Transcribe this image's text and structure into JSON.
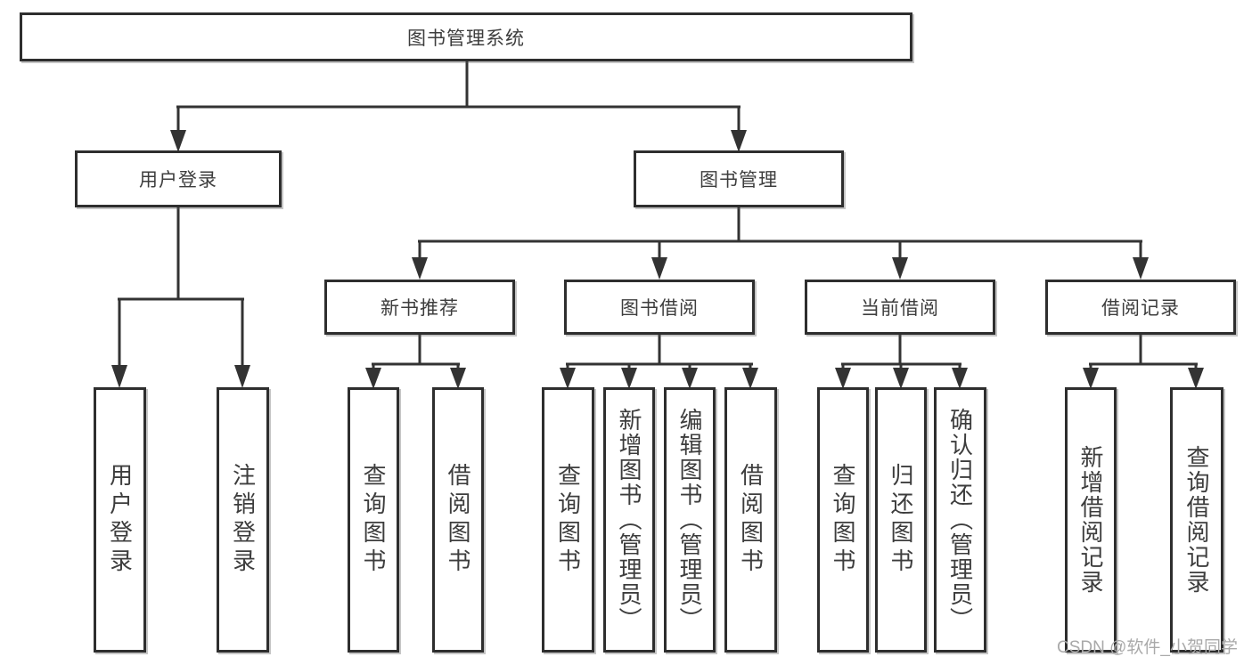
{
  "nodes": {
    "root": "图书管理系统",
    "user_login": "用户登录",
    "book_mgmt": "图书管理",
    "new_books": "新书推荐",
    "book_borrow": "图书借阅",
    "current_borrow": "当前借阅",
    "borrow_records": "借阅记录",
    "leaf_user_login": "用户登录",
    "leaf_logout": "注销登录",
    "leaf_newbook_query": "查询图书",
    "leaf_newbook_borrow": "借阅图书",
    "leaf_borrow_query": "查询图书",
    "leaf_borrow_add": "新增图书（管理员）",
    "leaf_borrow_edit": "编辑图书（管理员）",
    "leaf_borrow_borrow": "借阅图书",
    "leaf_current_query": "查询图书",
    "leaf_current_return": "归还图书",
    "leaf_current_confirm": "确认归还（管理员）",
    "leaf_records_add": "新增借阅记录",
    "leaf_records_query": "查询借阅记录"
  },
  "watermark": "CSDN @软件_小贺同学",
  "colors": {
    "line": "#333333",
    "box_border": "#2e2e2e",
    "text": "#3d3d3d",
    "watermark": "#a9a9a9",
    "background": "#ffffff"
  }
}
